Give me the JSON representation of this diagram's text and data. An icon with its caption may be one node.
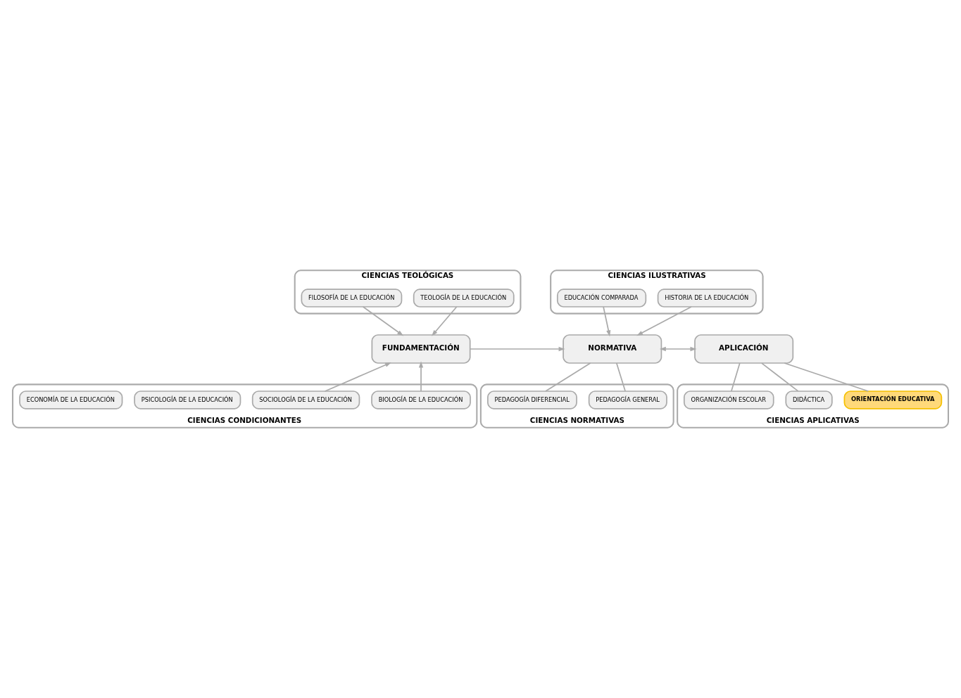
{
  "diagram": {
    "nodes": [
      {
        "text": [
          "CIENCIAS TEOLÓGICAS"
        ]
      },
      {
        "text": [
          "TEOLOGÍA DE LA EDUCACIÓN"
        ],
        "in": 0
      },
      {
        "text": [
          "FILOSOFÍA DE LA EDUCACIÓN"
        ],
        "in": 0
      },
      {
        "text": [
          "CIENCIAS ILUSTRATIVAS"
        ]
      },
      {
        "text": [
          "HISTORIA DE LA EDUCACIÓN"
        ],
        "in": 3
      },
      {
        "text": [
          "EDUCACIÓN COMPARADA"
        ],
        "in": 3
      },
      {
        "text": [
          "FUNDAMENTACIÓN"
        ]
      },
      {
        "text": [
          "NORMATIVA"
        ]
      },
      {
        "text": [
          "APLICACIÓN"
        ]
      },
      {
        "text": [
          "CIENCIAS CONDICIONANTES"
        ]
      },
      {
        "text": [
          "BIOLOGÍA DE LA EDUCACIÓN"
        ],
        "in": 9
      },
      {
        "text": [
          "SOCIOLOGÍA DE LA EDUCACIÓN"
        ],
        "in": 9
      },
      {
        "text": [
          "PSICOLOGÍA DE LA EDUCACIÓN"
        ],
        "in": 9
      },
      {
        "text": [
          "ECONOMÍA DE LA EDUCACIÓN"
        ],
        "in": 9
      },
      {
        "text": [
          "CIENCIAS NORMATIVAS"
        ]
      },
      {
        "text": [
          "PEDAGOGÍA GENERAL"
        ],
        "in": 14
      },
      {
        "text": [
          "PEDAGOGÍA DIFERENCIAL"
        ],
        "in": 14
      },
      {
        "text": [
          "CIENCIAS APLICATIVAS"
        ]
      },
      {
        "text": [
          "ORIENTACIÓN EDUCATIVA"
        ],
        "in": 17
      },
      {
        "text": [
          "DIDÁCTICA"
        ],
        "in": 17
      },
      {
        "text": [
          "ORGANIZACIÓN ESCOLAR"
        ],
        "in": 17
      }
    ],
    "edges": [
      {
        "from": 1,
        "to": 6,
        "arrow": "to"
      },
      {
        "from": 2,
        "to": 6,
        "arrow": "to"
      },
      {
        "from": 4,
        "to": 7,
        "arrow": "to"
      },
      {
        "from": 5,
        "to": 7,
        "arrow": "to"
      },
      {
        "from": 6,
        "to": 7,
        "arrow": "to"
      },
      {
        "from": 7,
        "to": 8,
        "arrow": "both"
      },
      {
        "from": 10,
        "to": 6,
        "arrow": "to"
      },
      {
        "from": 11,
        "to": 6,
        "arrow": "to"
      },
      {
        "from": 7,
        "to": 15,
        "arrow": "none"
      },
      {
        "from": 7,
        "to": 16,
        "arrow": "none"
      },
      {
        "from": 8,
        "to": 18,
        "arrow": "none"
      },
      {
        "from": 8,
        "to": 20,
        "arrow": "none"
      },
      {
        "from": 8,
        "to": 19,
        "arrow": "none"
      }
    ]
  }
}
